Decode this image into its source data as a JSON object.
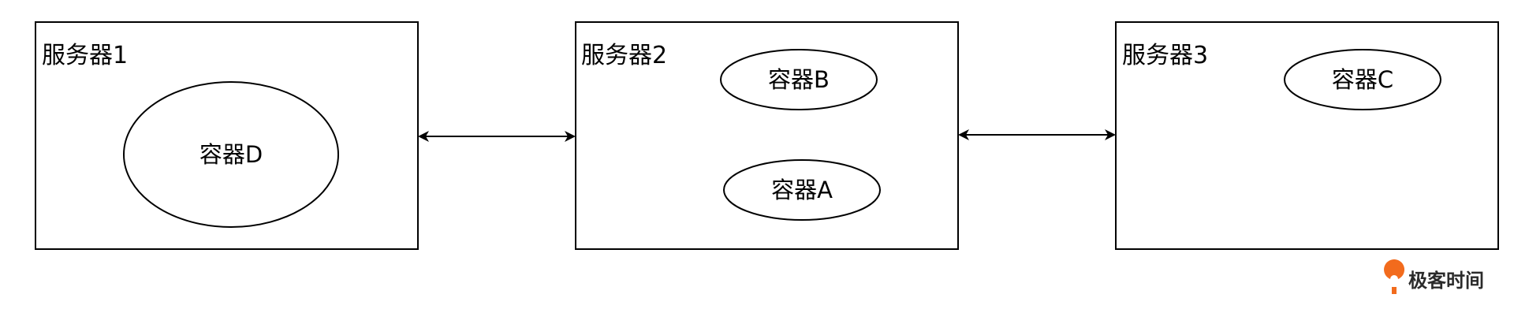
{
  "servers": [
    {
      "id": "server-1",
      "label": "服务器1",
      "containers": [
        {
          "label": "容器D"
        }
      ]
    },
    {
      "id": "server-2",
      "label": "服务器2",
      "containers": [
        {
          "label": "容器B"
        },
        {
          "label": "容器A"
        }
      ]
    },
    {
      "id": "server-3",
      "label": "服务器3",
      "containers": [
        {
          "label": "容器C"
        }
      ]
    }
  ],
  "links": [
    {
      "from": "server-1",
      "to": "server-2",
      "direction": "bidirectional"
    },
    {
      "from": "server-2",
      "to": "server-3",
      "direction": "bidirectional"
    }
  ],
  "watermark": {
    "text": "极客时间",
    "logo_icon": "geektime-logo-icon",
    "logo_color": "#f26b1d"
  },
  "colors": {
    "stroke": "#000000",
    "background": "#ffffff"
  }
}
